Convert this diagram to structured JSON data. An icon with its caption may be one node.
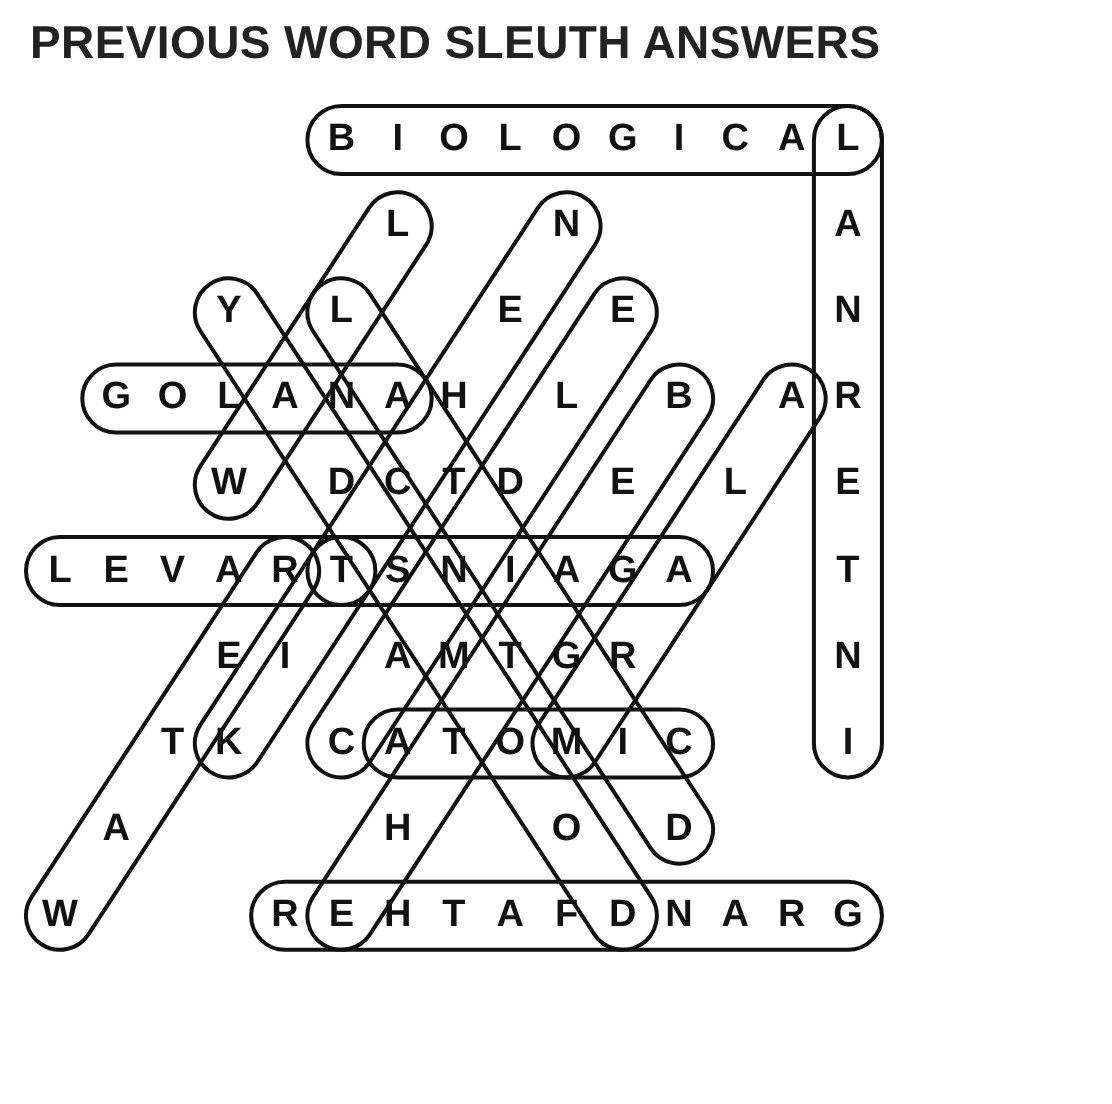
{
  "diagram": {
    "title": "PREVIOUS WORD SLEUTH ANSWERS",
    "labels": [
      "B",
      "I",
      "O",
      "L",
      "O",
      "G",
      "I",
      "C",
      "A",
      "L",
      "L",
      "N",
      "A",
      "Y",
      "L",
      "E",
      "E",
      "N",
      "G",
      "O",
      "L",
      "A",
      "N",
      "A",
      "H",
      "L",
      "B",
      "A",
      "R",
      "W",
      "D",
      "C",
      "T",
      "D",
      "E",
      "L",
      "E",
      "L",
      "E",
      "V",
      "A",
      "R",
      "T",
      "S",
      "N",
      "I",
      "A",
      "G",
      "A",
      "T",
      "E",
      "I",
      "A",
      "M",
      "T",
      "G",
      "R",
      "N",
      "T",
      "K",
      "C",
      "A",
      "T",
      "O",
      "M",
      "I",
      "C",
      "I",
      "A",
      "H",
      "O",
      "D",
      "W",
      "R",
      "E",
      "H",
      "T",
      "A",
      "F",
      "D",
      "N",
      "A",
      "R",
      "G"
    ]
  }
}
